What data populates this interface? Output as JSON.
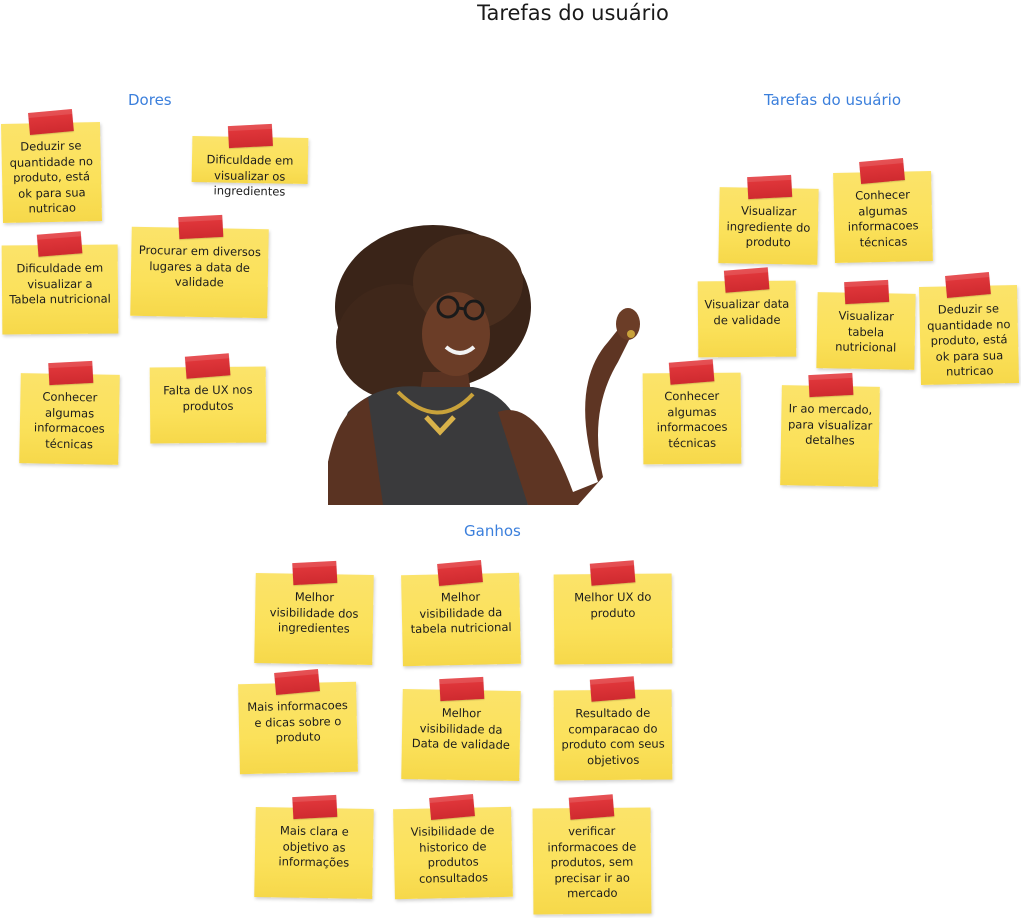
{
  "title": "Tarefas do usuário",
  "sections": {
    "dores": "Dores",
    "tarefas": "Tarefas do usuário",
    "ganhos": "Ganhos"
  },
  "dores": [
    "Deduzir se quantidade no produto, está ok para sua nutricao",
    "Dificuldade em visualizar os ingredientes",
    "Dificuldade em visualizar a Tabela nutricional",
    "Procurar em diversos lugares a data de validade",
    "Conhecer algumas informacoes técnicas",
    "Falta de UX nos produtos"
  ],
  "tarefas": [
    "Visualizar ingrediente do produto",
    "Conhecer algumas informacoes técnicas",
    "Visualizar data de validade",
    "Visualizar tabela nutricional",
    "Deduzir se quantidade no produto, está ok para sua nutricao",
    "Conhecer algumas informacoes técnicas",
    "Ir ao mercado, para visualizar detalhes"
  ],
  "ganhos": [
    "Melhor visibilidade dos ingredientes",
    "Melhor visibilidade da tabela nutricional",
    "Melhor UX do produto",
    "Mais informacoes e dicas sobre o produto",
    "Melhor visibilidade da Data de validade",
    "Resultado de comparacao do produto com seus objetivos",
    "Mais clara e objetivo as informações",
    "Visibilidade de historico de produtos consultados",
    "verificar informacoes de produtos, sem precisar ir ao mercado"
  ],
  "colors": {
    "note": "#fbe15a",
    "tape": "#d8323a",
    "section_title": "#3b7fdc"
  },
  "icons": {
    "person": "woman-pointing-illustration"
  }
}
